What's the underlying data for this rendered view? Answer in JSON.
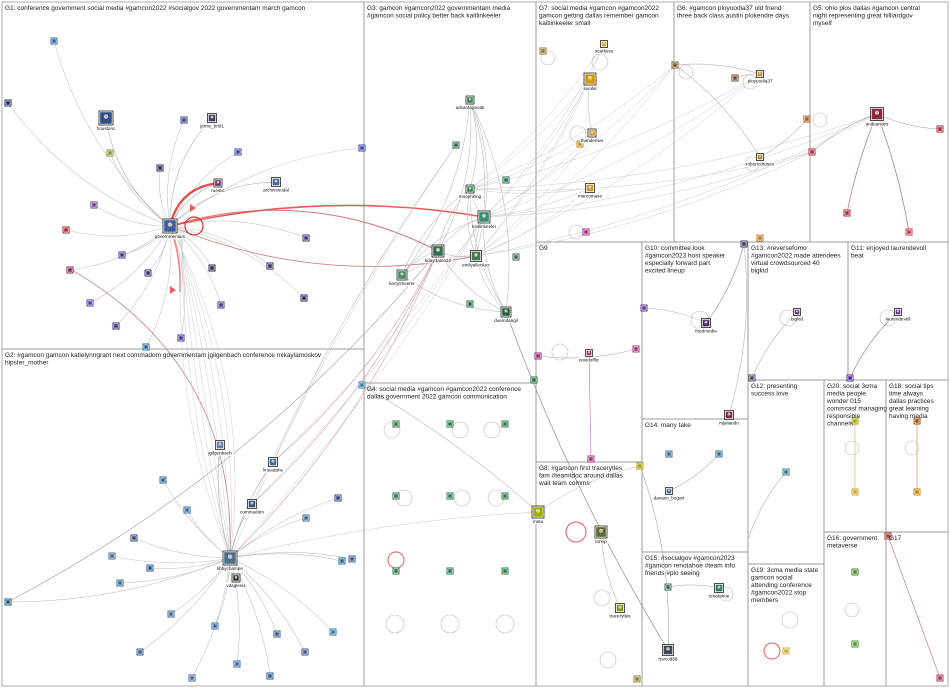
{
  "groups": [
    {
      "id": "G1",
      "label": "G1: conference government social media #gamcon2022 #socialgov 2022 governmentam march gamcon"
    },
    {
      "id": "G2",
      "label": "G2: #gamcon gamcon katielynngrant next commadom governmentam jgilgenbach conference mikaylamoskov hipster_mother"
    },
    {
      "id": "G3",
      "label": "G3: gamcon #gamcon2022 governmentam media #gamcon social policy better back kaitlinkeeler"
    },
    {
      "id": "G4",
      "label": "G4: social media #gamcon #gamcon2022 conference dallas government 2022 gamcon communication"
    },
    {
      "id": "G5",
      "label": "G5: ohio plos dallas #gamcon central night representing great hilliardgov myself"
    },
    {
      "id": "G6",
      "label": "G6: #gamcon ployuodia37 old friend three back class austin plokendre days"
    },
    {
      "id": "G7",
      "label": "G7: social media #gamcon #gamcon2022 gamcon getting dallas remember gamcon kaitlinkeeler small"
    },
    {
      "id": "G8",
      "label": "G8: #gamcon first tracerytles fam #teamtdoc around dallas wait team comms"
    },
    {
      "id": "G9",
      "label": "G9"
    },
    {
      "id": "G10",
      "label": "G10: committee look #gamcon2023 host speaker especially forward part excited lineup"
    },
    {
      "id": "G11",
      "label": "G11: enjoyed laurendevoll beat"
    },
    {
      "id": "G12",
      "label": "G12: presenting success love"
    },
    {
      "id": "G13",
      "label": "G13: #reversefomo #gamcon2022 made attendees virtual crowdsourced 40 bigkid"
    },
    {
      "id": "G14",
      "label": "G14: many take"
    },
    {
      "id": "G15",
      "label": "G15: #socialgov #gamcon2023 #gamcon renotahoe #team info friends #plo seeing"
    },
    {
      "id": "G16",
      "label": "G16: government metaverse"
    },
    {
      "id": "G17",
      "label": "G17"
    },
    {
      "id": "G18",
      "label": "G18: social tips time always dallas practices great learning having media"
    },
    {
      "id": "G19",
      "label": "G19: 3cma media state gamcon social attending conference #gamcon2022 stop members"
    },
    {
      "id": "G20",
      "label": "G20: social 3cma media people wonder 015 commcast managing responsible channels"
    }
  ],
  "nodes": [
    {
      "id": "governmentam",
      "label": "governmentam",
      "color": "#3a5fa0",
      "group": "G1"
    },
    {
      "id": "houstonc",
      "label": "houstonc",
      "color": "#2b4f8c",
      "group": "G1"
    },
    {
      "id": "jamie_bri01",
      "label": "jamie_bri01",
      "color": "#3b3b6b",
      "group": "G1"
    },
    {
      "id": "archivesodal",
      "label": "archivesodal",
      "color": "#3c6aa8",
      "group": "G1"
    },
    {
      "id": "ruestic",
      "label": "ruestic",
      "color": "#6b2a7a",
      "group": "G1"
    },
    {
      "id": "jgilgenbach",
      "label": "jgilgenbach",
      "color": "#5a7fa8",
      "group": "G2"
    },
    {
      "id": "lineadans",
      "label": "lineadans",
      "color": "#3d6f9e",
      "group": "G2"
    },
    {
      "id": "commadom",
      "label": "commadom",
      "color": "#2f5580",
      "group": "G2"
    },
    {
      "id": "libbychampe",
      "label": "libbychampe",
      "color": "#4a6f8a",
      "group": "G2"
    },
    {
      "id": "vdaglenis",
      "label": "vdaglenis",
      "color": "#3a3a3a",
      "group": "G2"
    },
    {
      "id": "advantageoak",
      "label": "advantageoak",
      "color": "#2e7d4f",
      "group": "G3"
    },
    {
      "id": "moophking",
      "label": "moophking",
      "color": "#2f8a5a",
      "group": "G3"
    },
    {
      "id": "kaitlinkeeler",
      "label": "kaitlinkeeler",
      "color": "#3a8a7a",
      "group": "G3"
    },
    {
      "id": "kdaydaton22",
      "label": "kdaydaton22",
      "color": "#2c6e4e",
      "group": "G3"
    },
    {
      "id": "emilyallenlucr",
      "label": "emilyallenlucr",
      "color": "#3d7a55",
      "group": "G3"
    },
    {
      "id": "kerrysheerer",
      "label": "kerrysheerer",
      "color": "#3f8a63",
      "group": "G3"
    },
    {
      "id": "duemdangil",
      "label": "duemdangil",
      "color": "#265e40",
      "group": "G3"
    },
    {
      "id": "andeandes",
      "label": "andeandes",
      "color": "#8a2a3a",
      "group": "G5"
    },
    {
      "id": "ployuodia37",
      "label": "ployuodia37",
      "color": "#c08a20",
      "group": "G6"
    },
    {
      "id": "robertcdrosev",
      "label": "robertcdrosev",
      "color": "#c07a20",
      "group": "G6"
    },
    {
      "id": "scarkess",
      "label": "scarkess",
      "color": "#d0a830",
      "group": "G7"
    },
    {
      "id": "luvalal",
      "label": "luvalal",
      "color": "#d09a10",
      "group": "G7"
    },
    {
      "id": "thanderiwo",
      "label": "thanderiwo",
      "color": "#d7a22a",
      "group": "G7"
    },
    {
      "id": "marcomase",
      "label": "marcomase",
      "color": "#c89a2a",
      "group": "G7"
    },
    {
      "id": "novidofflic",
      "label": "novidofflic",
      "color": "#a3327a",
      "group": "G9"
    },
    {
      "id": "thedmedia",
      "label": "thedmedia",
      "color": "#4a2a6a",
      "group": "G10"
    },
    {
      "id": "mjaliando",
      "label": "mjaliando",
      "color": "#7a2a4a",
      "group": "G10"
    },
    {
      "id": "bigkid",
      "label": "bigkid",
      "color": "#5a3a8a",
      "group": "G13"
    },
    {
      "id": "laurendevoll",
      "label": "laurendevoll",
      "color": "#6a3a9a",
      "group": "G11"
    },
    {
      "id": "davann_bogart",
      "label": "davann_bogart",
      "color": "#3a6a9a",
      "group": "G14"
    },
    {
      "id": "renotahoe",
      "label": "renotahoe",
      "color": "#2a7a6a",
      "group": "G15"
    },
    {
      "id": "rpvcod58",
      "label": "rpvcod58",
      "color": "#3a4a5a",
      "group": "G15"
    },
    {
      "id": "meta",
      "label": "meta",
      "color": "#9ab000",
      "group": "G8"
    },
    {
      "id": "tornip",
      "label": "tornip",
      "color": "#5a6a30",
      "group": "G8"
    },
    {
      "id": "tracerytles",
      "label": "tracerytles",
      "color": "#8a9a20",
      "group": "G8"
    }
  ],
  "icons": {
    "node": "user-avatar-icon",
    "loop": "self-loop-edge"
  }
}
